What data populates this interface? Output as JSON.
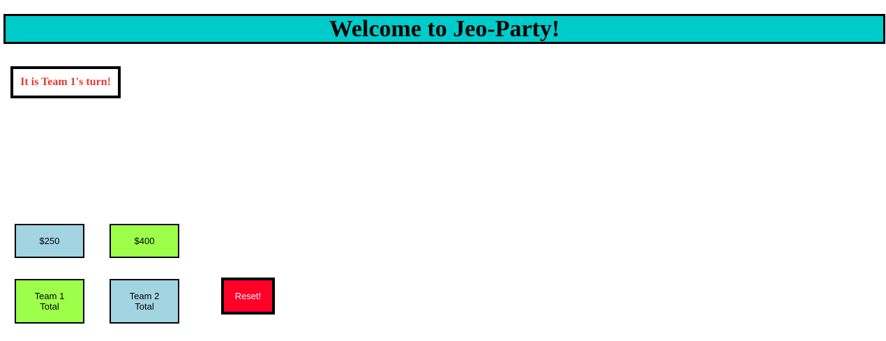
{
  "header": {
    "title": "Welcome to Jeo-Party!"
  },
  "turn": {
    "text": "It is Team 1's turn!"
  },
  "scores": {
    "team1_score": "$250",
    "team2_score": "$400"
  },
  "totals": {
    "team1_line1": "Team 1",
    "team1_line2": "Total",
    "team2_line1": "Team 2",
    "team2_line2": "Total"
  },
  "controls": {
    "reset_label": "Reset!"
  },
  "colors": {
    "header_bg": "#00cbcb",
    "turn_text": "#e8392c",
    "blue_tile": "#a3d4e2",
    "green_tile": "#9eff4a",
    "reset_bg": "#ff0029"
  }
}
